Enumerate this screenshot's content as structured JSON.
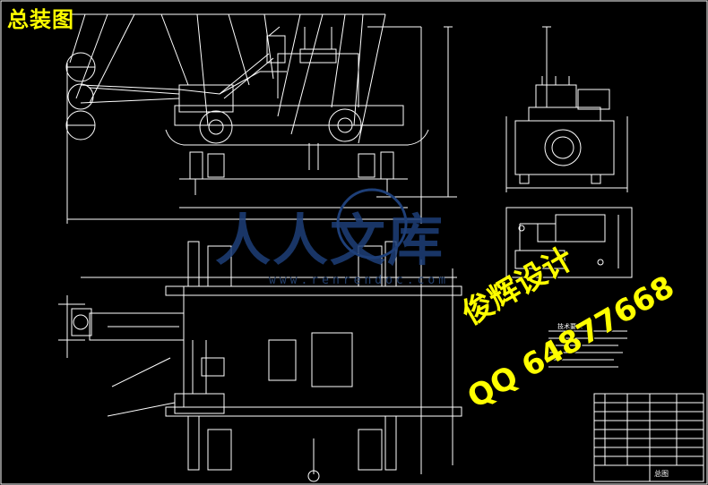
{
  "drawing": {
    "title": "总装图",
    "watermark_text": "人人文库",
    "watermark_url": "www.renrendoc.com",
    "designer": "俊辉设计",
    "qq": "QQ 64877668",
    "notes_title": "技术要求",
    "titleblock_name": "总图"
  },
  "colors": {
    "background": "#000000",
    "linework": "#ffffff",
    "title": "#ffff00",
    "watermark": "#1e3f78"
  }
}
